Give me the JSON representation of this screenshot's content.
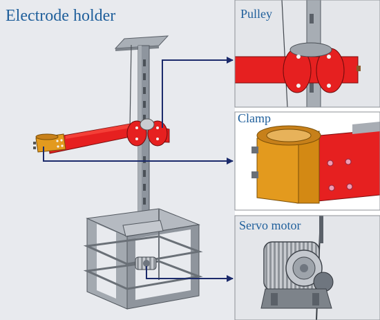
{
  "title": "Electrode holder",
  "callouts": [
    {
      "label": "Pulley"
    },
    {
      "label": "Clamp"
    },
    {
      "label": "Servo motor"
    }
  ],
  "colors": {
    "accent_label": "#1f5f9b",
    "arrow": "#1b2a6b",
    "arm_red": "#e62020",
    "clamp_orange": "#e39a1e",
    "steel": "#8d949d",
    "steel_dark": "#6f767f",
    "background_panel": "#e6e8ec"
  }
}
